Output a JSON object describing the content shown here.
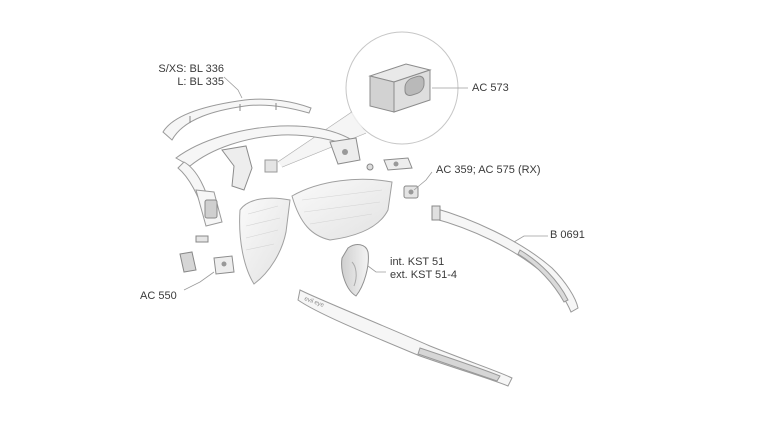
{
  "labels": {
    "bridge_sxs": "S/XS: BL 336",
    "bridge_l": "L: BL 335",
    "ac573": "AC 573",
    "ac359": "AC 359; AC 575 (RX)",
    "b0691": "B 0691",
    "kst_int": "int. KST 51",
    "kst_ext": "ext. KST 51-4",
    "ac550": "AC 550"
  },
  "temple_imprint": "evil eye",
  "colors": {
    "stroke": "#9a9a9a",
    "fill": "#f6f6f6",
    "label": "#3a3a3a"
  }
}
